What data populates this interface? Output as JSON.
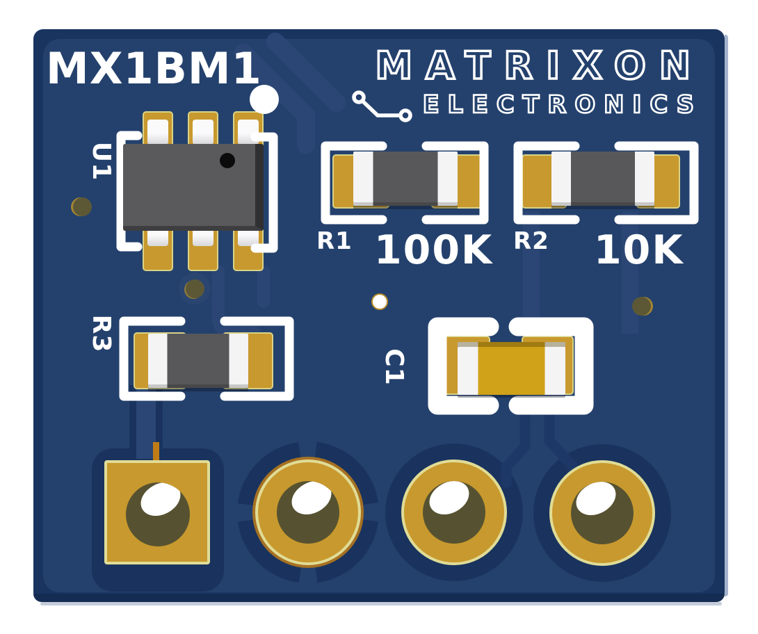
{
  "board": {
    "name": "MX1BM1",
    "brand": {
      "line1": "MATRIXON",
      "line2": "ELECTRONICS"
    },
    "components": {
      "u1": {
        "ref": "U1",
        "pins": 6
      },
      "r1": {
        "ref": "R1",
        "value": "100K"
      },
      "r2": {
        "ref": "R2",
        "value": "10K"
      },
      "r3": {
        "ref": "R3"
      },
      "c1": {
        "ref": "C1"
      }
    },
    "connector_pad_count": 4,
    "colors": {
      "soldermask_edge": "#1a3460",
      "copper_pour": "#24416d",
      "trace_light": "#2b4674",
      "clearance_dark": "#19335e",
      "silkscreen": "#ffffff",
      "pad_gold": "#c8992e",
      "pad_rim": "#e0dc96",
      "ic_body": "#5a5a5c",
      "capacitor_body": "#cfa21a",
      "hole_barrel": "#565231"
    }
  }
}
